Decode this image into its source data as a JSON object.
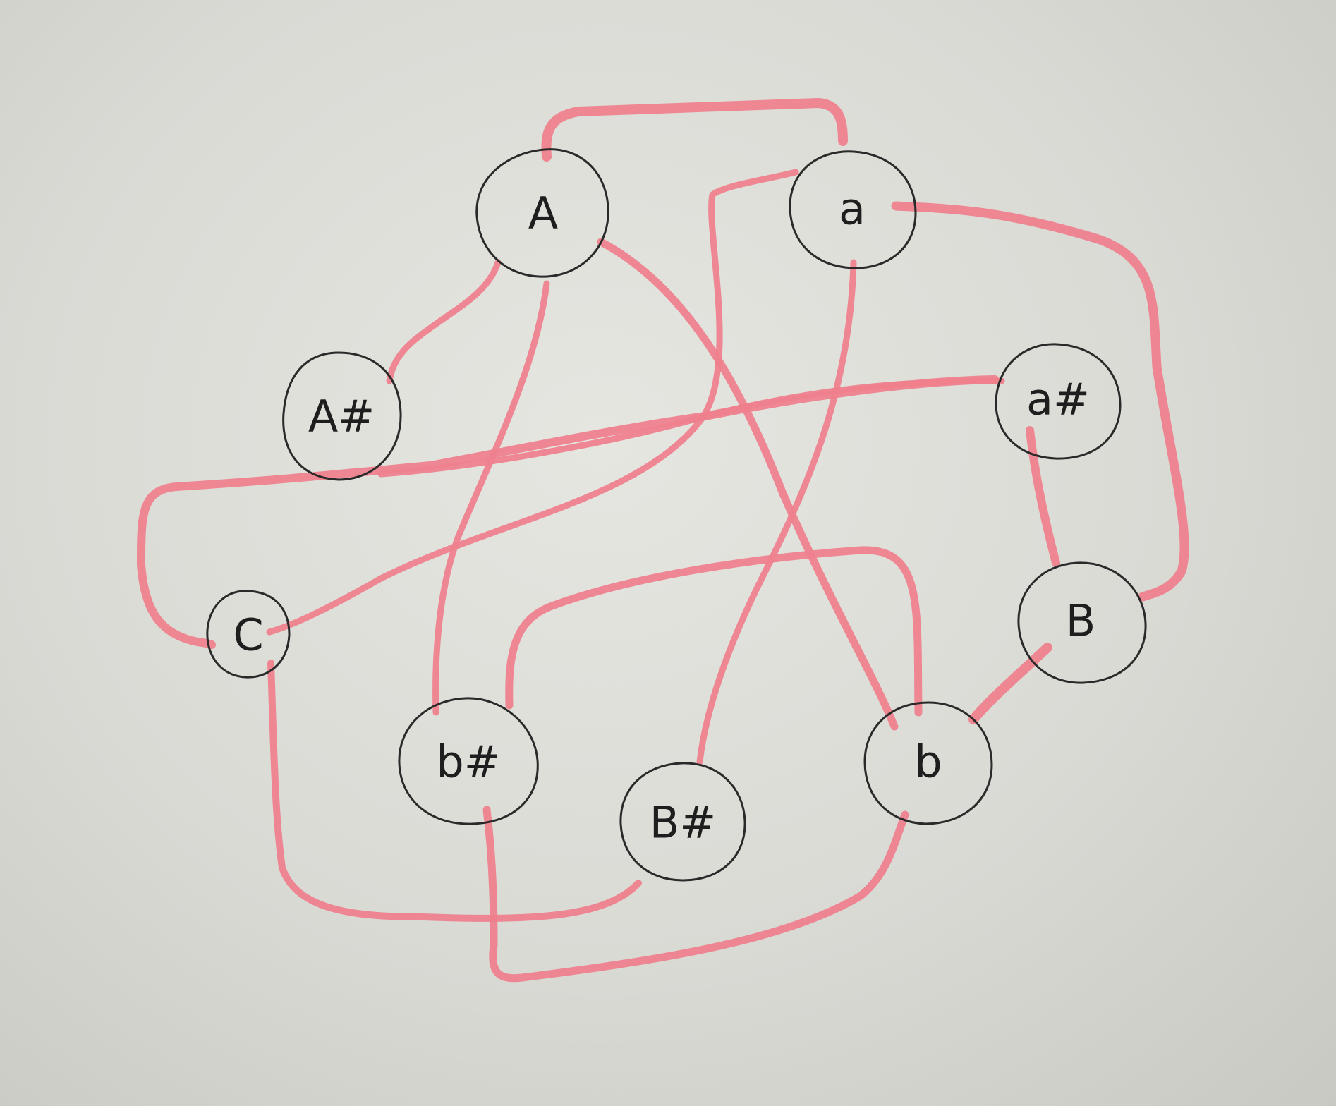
{
  "colors": {
    "edge": "#ef7f8c",
    "node_stroke": "#2a2a2a",
    "label": "#1e1e1e"
  },
  "nodes": [
    {
      "id": "A",
      "label": "A"
    },
    {
      "id": "a",
      "label": "a"
    },
    {
      "id": "A#",
      "label": "A#"
    },
    {
      "id": "a#",
      "label": "a#"
    },
    {
      "id": "C",
      "label": "C"
    },
    {
      "id": "B",
      "label": "B"
    },
    {
      "id": "b#",
      "label": "b#"
    },
    {
      "id": "B#",
      "label": "B#"
    },
    {
      "id": "b",
      "label": "b"
    }
  ],
  "edges": [
    {
      "from": "A",
      "to": "a"
    },
    {
      "from": "A",
      "to": "A#"
    },
    {
      "from": "A",
      "to": "b#"
    },
    {
      "from": "A",
      "to": "b"
    },
    {
      "from": "a",
      "to": "C"
    },
    {
      "from": "a",
      "to": "B"
    },
    {
      "from": "a",
      "to": "B#"
    },
    {
      "from": "A#",
      "to": "a#"
    },
    {
      "from": "a#",
      "to": "B"
    },
    {
      "from": "a#",
      "to": "C"
    },
    {
      "from": "B",
      "to": "b"
    },
    {
      "from": "b#",
      "to": "b"
    },
    {
      "from": "b#",
      "to": "b"
    },
    {
      "from": "C",
      "to": "B#"
    }
  ]
}
